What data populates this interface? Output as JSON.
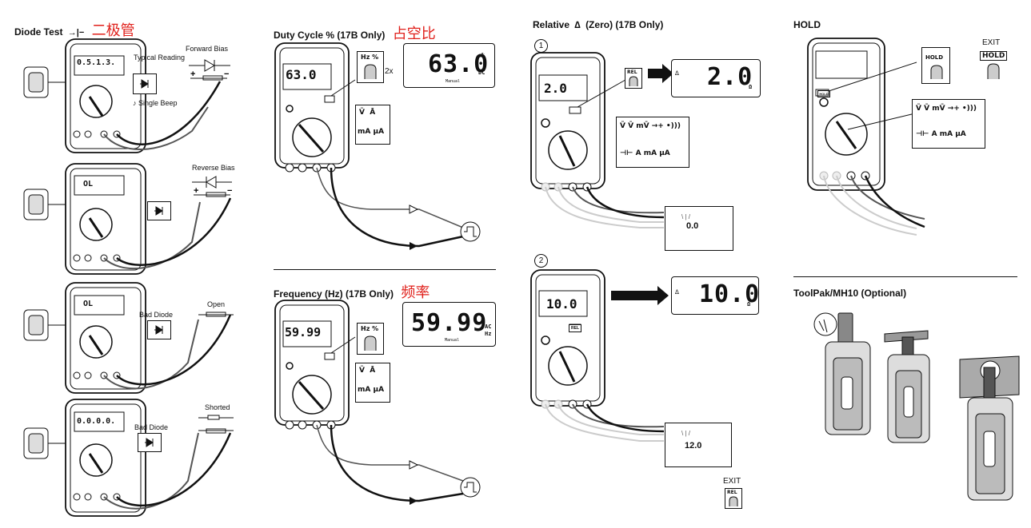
{
  "diode": {
    "title": "Diode Test",
    "title_cn": "二极管",
    "typical_reading": "Typical Reading",
    "single_beep": "Single Beep",
    "cases": [
      {
        "label": "Forward Bias",
        "meter_label": ""
      },
      {
        "label": "Reverse Bias",
        "meter_label": ""
      },
      {
        "label": "Open",
        "meter_label": "Bad Diode"
      },
      {
        "label": "Shorted",
        "meter_label": "Bad Diode"
      }
    ],
    "readings": [
      "0.5.1.3.",
      "OL",
      "OL",
      "0.0.0.0."
    ]
  },
  "duty": {
    "title": "Duty Cycle % (17B Only)",
    "title_cn": "占空比",
    "button": "Hz %",
    "press": "2x",
    "display": {
      "value": "63.0",
      "unit_top": "%",
      "unit": "DC",
      "mode": "Manual"
    },
    "small_value": "63.0"
  },
  "freq": {
    "title": "Frequency (Hz) (17B Only)",
    "title_cn": "频率",
    "button": "Hz %",
    "display": {
      "value": "59.99",
      "unit_top": "AC",
      "unit": "Hz",
      "mode": "Manual"
    },
    "small_value": "59.99"
  },
  "relative": {
    "title": "Relative",
    "title_suffix": "(Zero) (17B Only)",
    "step1": "1",
    "step2": "2",
    "button": "REL",
    "display1": {
      "value": "2.0",
      "unit": "Ω"
    },
    "display2": {
      "value": "10.0",
      "unit": "Ω"
    },
    "source1": "0.0",
    "source2": "12.0",
    "exit": "EXIT"
  },
  "hold": {
    "title": "HOLD",
    "button": "HOLD",
    "exit": "EXIT"
  },
  "selector_symbols": {
    "row1": [
      "Ṽ",
      "V̄",
      "mV̄",
      "→+ •)))"
    ],
    "row2": [
      "⊣⊢",
      "A",
      "mA",
      "μA"
    ],
    "short_row1": [
      "Ṽ",
      "Ā"
    ],
    "short_row2": [
      "mA",
      "μA"
    ]
  },
  "toolpak": {
    "title": "ToolPak/MH10 (Optional)"
  }
}
